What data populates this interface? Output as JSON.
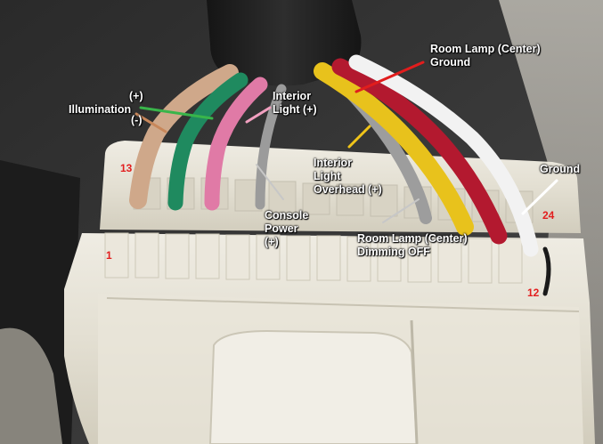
{
  "photo": {
    "subject": "automotive wiring connector with colored wires",
    "colors": {
      "background": "#2b2b2b",
      "connector_body": "#e6e2d5",
      "tape": "#1e1e1e",
      "wire_tan": "#cfa88a",
      "wire_green": "#1f8a5f",
      "wire_pink": "#e07aa6",
      "wire_yellow": "#e8c21c",
      "wire_red": "#b3192f",
      "wire_white": "#f2f2f2",
      "wire_gray": "#9b9b9b",
      "wire_black": "#1a1a1a",
      "pointer_red": "#e11d1d",
      "pointer_yellow": "#f0c419",
      "pointer_green": "#39b54a",
      "pointer_tan": "#c8875a",
      "pointer_pink": "#f2a0c0",
      "pointer_gray": "#c7c7c7",
      "pointer_white": "#ffffff",
      "pin_number_color": "#e21e1e"
    }
  },
  "labels": {
    "room_lamp_ground_line1": "Room Lamp (Center)",
    "room_lamp_ground_line2": "Ground",
    "illum_plus": "(+)",
    "illumination": "Illumination",
    "illum_minus": "(-)",
    "interior_light_line1": "Interior",
    "interior_light_line2": "Light (+)",
    "interior_overhead_line1": "Interior",
    "interior_overhead_line2": "Light",
    "interior_overhead_line3": "Overhead (+)",
    "console_line1": "Console",
    "console_line2": "Power",
    "console_line3": "(+)",
    "room_lamp_dimming_line1": "Room Lamp (Center)",
    "room_lamp_dimming_line2": "Dimming OFF",
    "ground": "Ground"
  },
  "pins": {
    "pin13": "13",
    "pin1": "1",
    "pin24": "24",
    "pin12": "12"
  }
}
